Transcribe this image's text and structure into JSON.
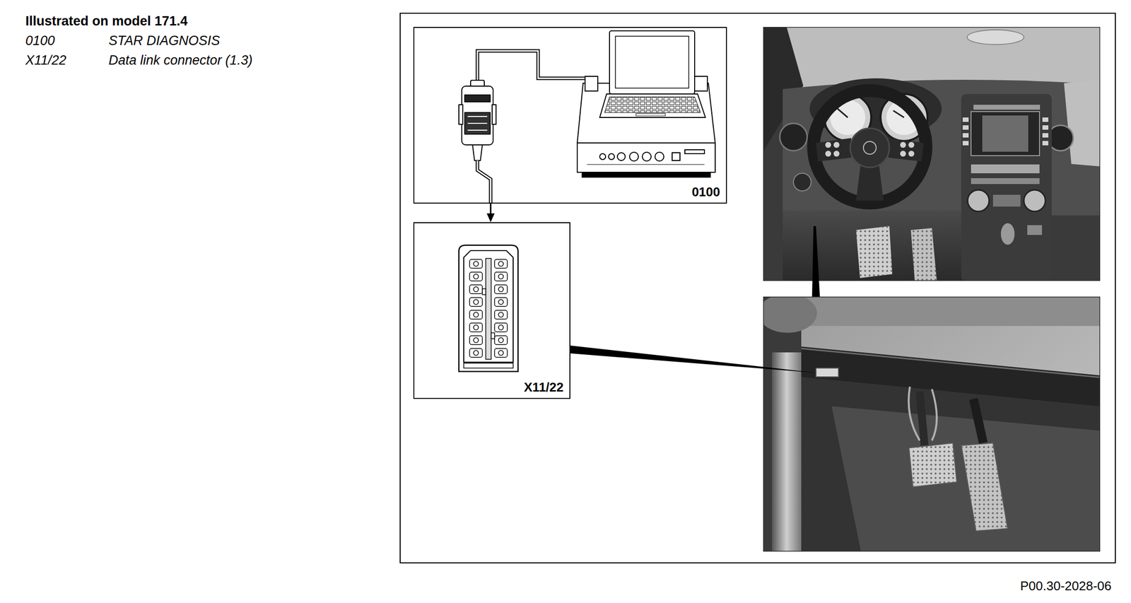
{
  "diagram": {
    "title": "Illustrated on model 171.4",
    "caption": "P00.30-2028-06",
    "nodes": [
      {
        "text": [
          "0100"
        ]
      },
      {
        "text": [
          "X11/22"
        ]
      }
    ],
    "edges": [
      {
        "from": 0,
        "to": 1,
        "arrow": "to"
      }
    ],
    "labels": [
      "0100",
      "STAR DIAGNOSIS",
      "X11/22",
      "Data link connector (1.3)"
    ]
  }
}
